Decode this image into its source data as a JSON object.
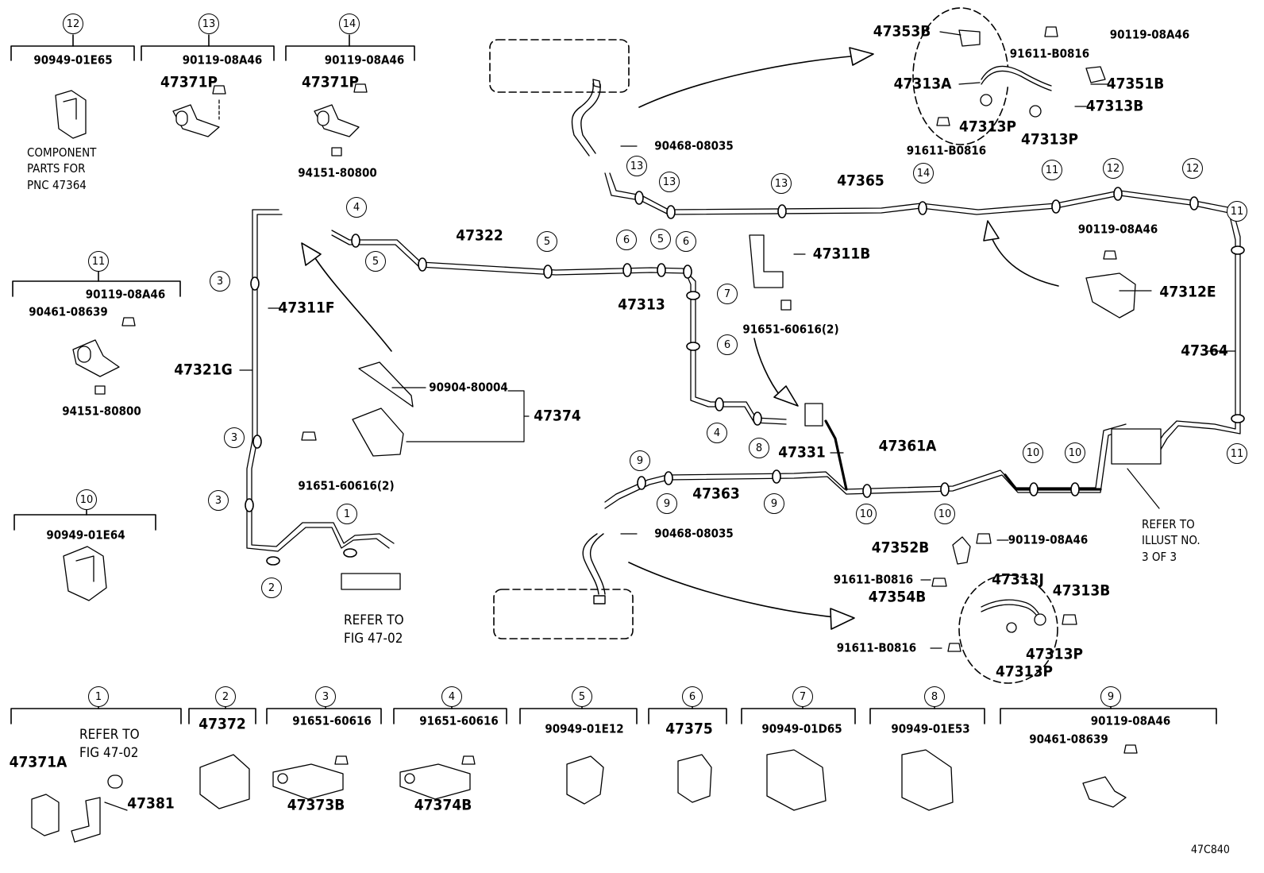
{
  "figure_code": "47C840",
  "notes": {
    "component_parts": "COMPONENT\nPARTS FOR\nPNC 47364",
    "refer_fig_main": "REFER TO\nFIG 47-02",
    "refer_fig_group1": "REFER TO\nFIG 47-02",
    "refer_illust": "REFER TO\nILLUST NO.\n3 OF 3"
  },
  "groups": [
    {
      "id": "1",
      "parts": [
        "47371A",
        "47381"
      ]
    },
    {
      "id": "2",
      "parts": [
        "47372"
      ]
    },
    {
      "id": "3",
      "parts": [
        "91651-60616",
        "47373B"
      ]
    },
    {
      "id": "4",
      "parts": [
        "91651-60616",
        "47374B"
      ]
    },
    {
      "id": "5",
      "parts": [
        "90949-01E12"
      ]
    },
    {
      "id": "6",
      "parts": [
        "47375"
      ]
    },
    {
      "id": "7",
      "parts": [
        "90949-01D65"
      ]
    },
    {
      "id": "8",
      "parts": [
        "90949-01E53"
      ]
    },
    {
      "id": "9",
      "parts": [
        "90119-08A46",
        "90461-08639"
      ]
    },
    {
      "id": "10",
      "parts": [
        "90949-01E64"
      ]
    },
    {
      "id": "11",
      "parts": [
        "90119-08A46",
        "90461-08639",
        "94151-80800"
      ]
    },
    {
      "id": "12",
      "parts": [
        "90949-01E65"
      ]
    },
    {
      "id": "13",
      "parts": [
        "90119-08A46",
        "47371P"
      ]
    },
    {
      "id": "14",
      "parts": [
        "90119-08A46",
        "47371P",
        "94151-80800"
      ]
    }
  ],
  "main_parts": [
    "47322",
    "47313",
    "47311F",
    "47321G",
    "47374",
    "90904-80004",
    "91651-60616(2)",
    "47311B",
    "91651-60616(2)",
    "47331",
    "47361A",
    "47363",
    "47365",
    "47364",
    "47312E",
    "90119-08A46",
    "90468-08035",
    "90468-08035"
  ],
  "front_hose_assembly": [
    "47353B",
    "90119-08A46",
    "91611-B0816",
    "47313A",
    "47351B",
    "47313B",
    "47313P",
    "47313P",
    "91611-B0816"
  ],
  "rear_hose_assembly": [
    "47352B",
    "90119-08A46",
    "91611-B0816",
    "47313J",
    "47354B",
    "47313B",
    "47313P",
    "47313P",
    "91611-B0816"
  ],
  "callouts": {
    "c1": "1",
    "c2": "2",
    "c3": "3",
    "c4": "4",
    "c5": "5",
    "c6": "6",
    "c7": "7",
    "c8": "8",
    "c9": "9",
    "c10": "10",
    "c11": "11",
    "c12": "12",
    "c13": "13",
    "c14": "14"
  }
}
